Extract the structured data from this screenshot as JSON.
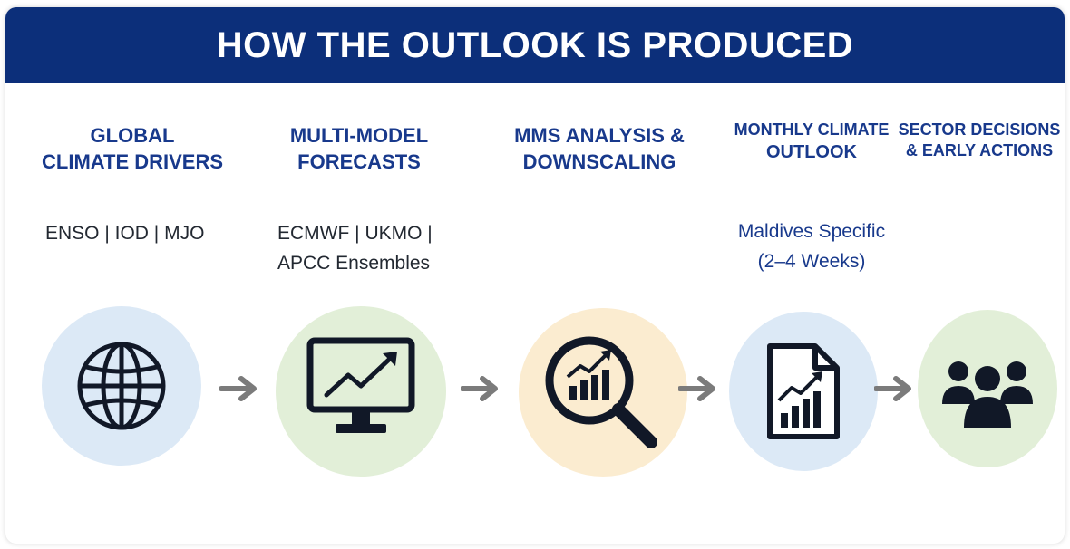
{
  "banner": {
    "title": "HOW THE OUTLOOK IS PRODUCED"
  },
  "steps": [
    {
      "title_lines": [
        "GLOBAL",
        "CLIMATE DRIVERS"
      ],
      "detail_lines": [
        "ENSO | IOD | MJO"
      ],
      "icon": "globe-icon",
      "circle_color": "#dce9f6"
    },
    {
      "title_lines": [
        "MULTI-MODEL",
        "FORECASTS"
      ],
      "detail_lines": [
        "ECMWF | UKMO |",
        "APCC Ensembles"
      ],
      "icon": "monitor-chart-icon",
      "circle_color": "#e2efd8"
    },
    {
      "title_lines": [
        "MMS ANALYSIS &",
        "DOWNSCALING"
      ],
      "detail_lines": [],
      "icon": "magnifier-chart-icon",
      "circle_color": "#fbecd0"
    },
    {
      "title_lines": [
        "MONTHLY CLIMATE",
        "OUTLOOK"
      ],
      "detail_lines": [
        "Maldives Specific",
        "(2–4 Weeks)"
      ],
      "icon": "document-chart-icon",
      "circle_color": "#dce9f6"
    },
    {
      "title_lines": [
        "SECTOR DECISIONS",
        "& EARLY ACTIONS"
      ],
      "detail_lines": [],
      "icon": "people-group-icon",
      "circle_color": "#e2efd8"
    }
  ],
  "colors": {
    "banner": "#0c2f7a",
    "heading_text": "#18398c",
    "body_text": "#222831",
    "arrow": "#7b7b7b",
    "icon": "#111827"
  }
}
